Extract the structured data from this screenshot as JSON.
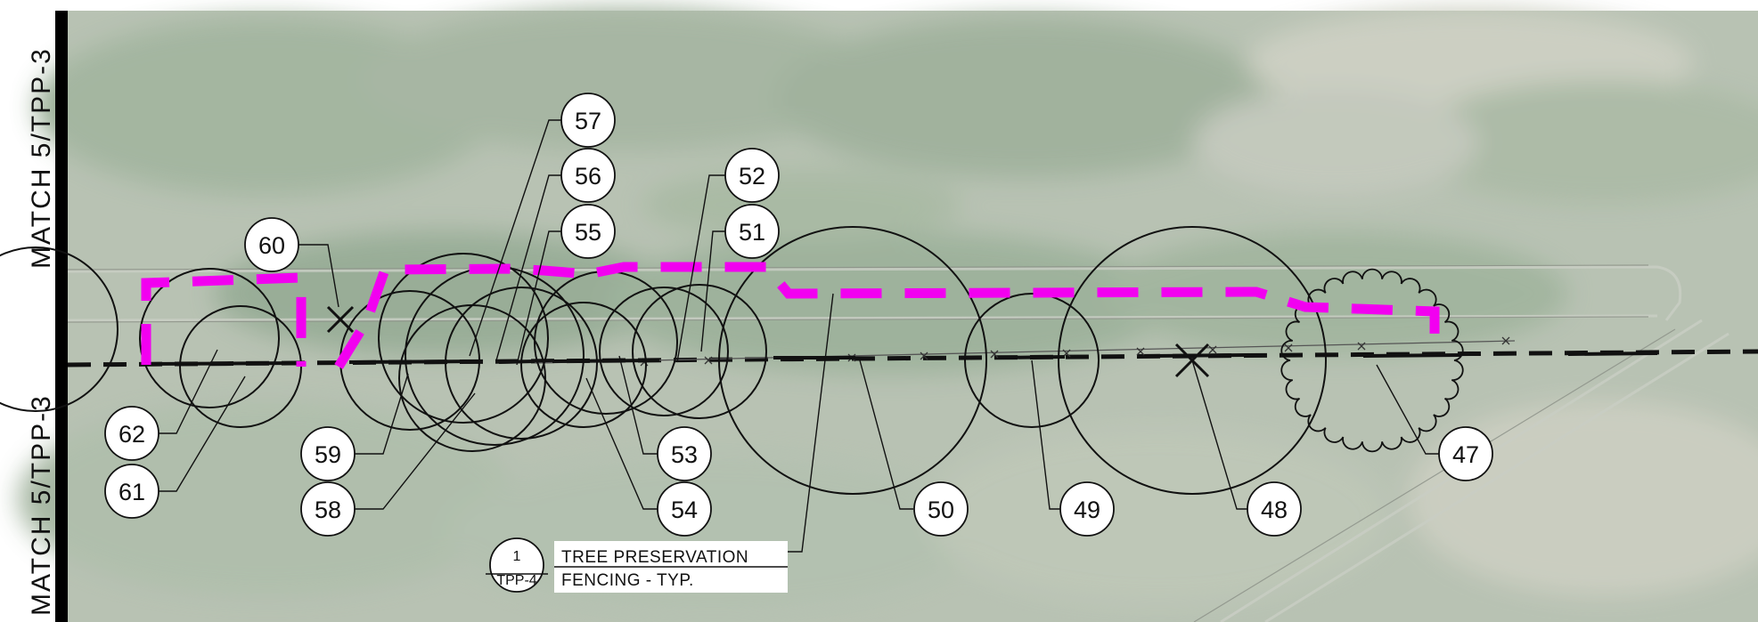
{
  "sheet": {
    "match_line_upper": "MATCH 5/TPP-3",
    "match_line_lower": "MATCH 5/TPP-3"
  },
  "note": {
    "line1": "TREE PRESERVATION",
    "line2": "FENCING - TYP.",
    "detail_number": "1",
    "detail_sheet": "TPP-4"
  },
  "tree_tags": [
    "47",
    "48",
    "49",
    "50",
    "51",
    "52",
    "53",
    "54",
    "55",
    "56",
    "57",
    "58",
    "59",
    "60",
    "61",
    "62"
  ],
  "colors": {
    "fence": "#f200f0",
    "linework": "#111111",
    "sheet_border": "#000000"
  }
}
